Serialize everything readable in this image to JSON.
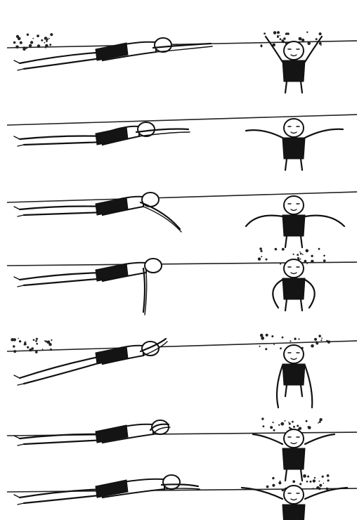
{
  "figure": {
    "kind": "stroke-sequence-illustration",
    "colors": {
      "ink": "#111111",
      "paper": "#ffffff",
      "suit": "#141414"
    },
    "panels": [
      {
        "phase": 1,
        "side_view": "glide-extended",
        "front_view": "head-down-arms-entering",
        "splash": true
      },
      {
        "phase": 2,
        "side_view": "arms-forward-catch",
        "front_view": "arms-wide-outsweep",
        "splash": false
      },
      {
        "phase": 3,
        "side_view": "arm-pull-begin",
        "front_view": "arms-bent-insweep",
        "splash": false
      },
      {
        "phase": 4,
        "side_view": "arm-vertical-pull",
        "front_view": "arms-under-body",
        "splash": true
      },
      {
        "phase": 5,
        "side_view": "push-and-kick",
        "front_view": "arms-down-push",
        "splash": true
      },
      {
        "phase": 6,
        "side_view": "recovery-streamline",
        "front_view": "arms-out-recovery",
        "splash": true
      },
      {
        "phase": 7,
        "side_view": "arms-forward-glide",
        "front_view": "arms-extended-entry",
        "splash": true
      }
    ]
  }
}
